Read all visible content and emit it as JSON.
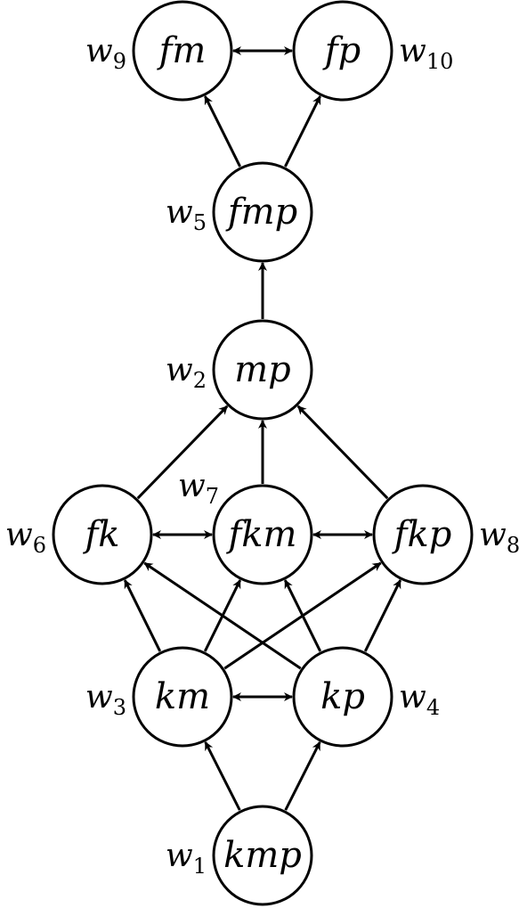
{
  "nodes": [
    {
      "id": "fm",
      "label": "fm",
      "weight": "w",
      "weight_sub": "9"
    },
    {
      "id": "fp",
      "label": "fp",
      "weight": "w",
      "weight_sub": "10"
    },
    {
      "id": "fmp",
      "label": "fmp",
      "weight": "w",
      "weight_sub": "5"
    },
    {
      "id": "mp",
      "label": "mp",
      "weight": "w",
      "weight_sub": "2"
    },
    {
      "id": "fk",
      "label": "fk",
      "weight": "w",
      "weight_sub": "6"
    },
    {
      "id": "fkm",
      "label": "fkm",
      "weight": "w",
      "weight_sub": "7"
    },
    {
      "id": "fkp",
      "label": "fkp",
      "weight": "w",
      "weight_sub": "8"
    },
    {
      "id": "km",
      "label": "km",
      "weight": "w",
      "weight_sub": "3"
    },
    {
      "id": "kp",
      "label": "kp",
      "weight": "w",
      "weight_sub": "4"
    },
    {
      "id": "kmp",
      "label": "kmp",
      "weight": "w",
      "weight_sub": "1"
    }
  ],
  "edges": [
    {
      "from": "kmp",
      "to": "km",
      "bidirectional": false
    },
    {
      "from": "kmp",
      "to": "kp",
      "bidirectional": false
    },
    {
      "from": "km",
      "to": "kp",
      "bidirectional": true
    },
    {
      "from": "km",
      "to": "fk",
      "bidirectional": false
    },
    {
      "from": "km",
      "to": "fkm",
      "bidirectional": false
    },
    {
      "from": "km",
      "to": "fkp",
      "bidirectional": false
    },
    {
      "from": "kp",
      "to": "fk",
      "bidirectional": false
    },
    {
      "from": "kp",
      "to": "fkm",
      "bidirectional": false
    },
    {
      "from": "kp",
      "to": "fkp",
      "bidirectional": false
    },
    {
      "from": "fk",
      "to": "fkm",
      "bidirectional": true
    },
    {
      "from": "fkm",
      "to": "fkp",
      "bidirectional": true
    },
    {
      "from": "fk",
      "to": "mp",
      "bidirectional": false
    },
    {
      "from": "fkm",
      "to": "mp",
      "bidirectional": false
    },
    {
      "from": "fkp",
      "to": "mp",
      "bidirectional": false
    },
    {
      "from": "mp",
      "to": "fmp",
      "bidirectional": false
    },
    {
      "from": "fmp",
      "to": "fm",
      "bidirectional": false
    },
    {
      "from": "fmp",
      "to": "fp",
      "bidirectional": false
    },
    {
      "from": "fm",
      "to": "fp",
      "bidirectional": true
    }
  ]
}
